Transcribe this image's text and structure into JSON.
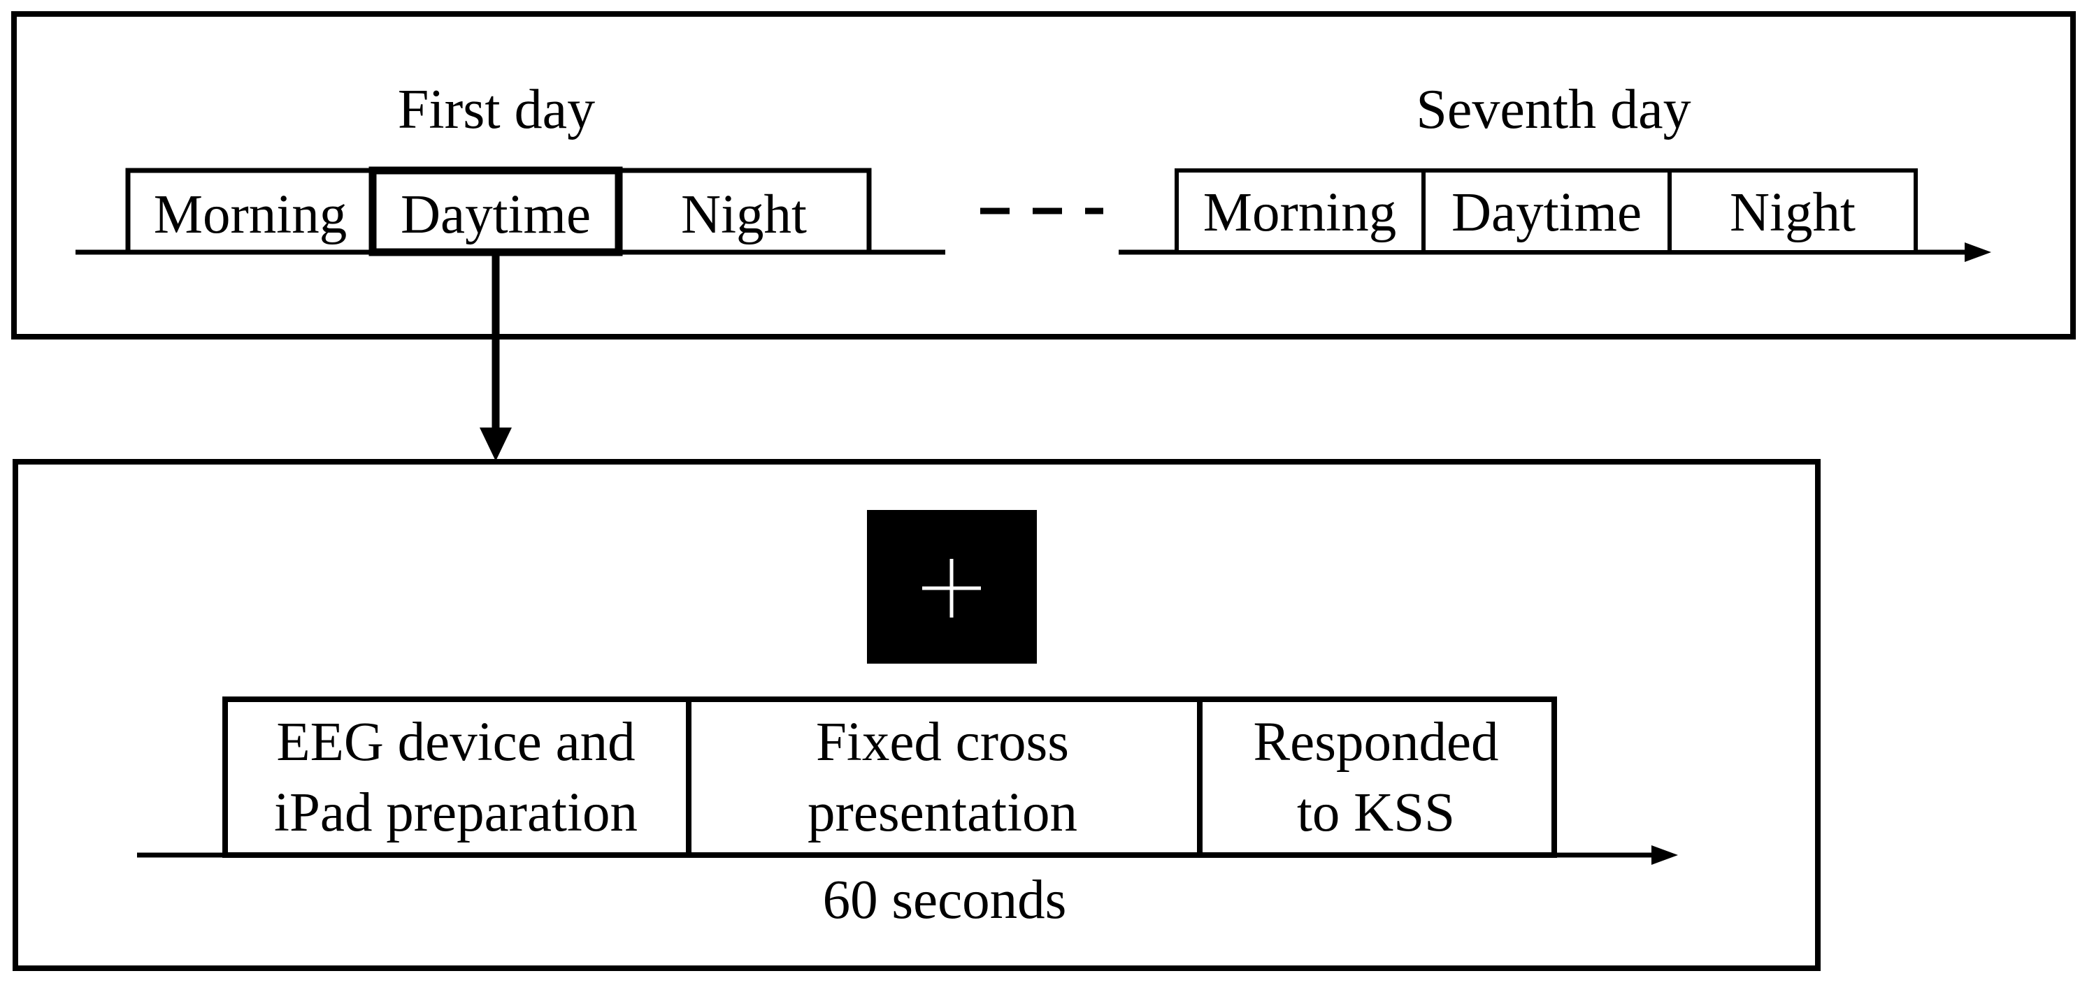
{
  "top_panel": {
    "first_day": {
      "title": "First day",
      "segments": [
        "Morning",
        "Daytime",
        "Night"
      ],
      "highlighted": "Daytime"
    },
    "separator": "---",
    "seventh_day": {
      "title": "Seventh day",
      "segments": [
        "Morning",
        "Daytime",
        "Night"
      ]
    }
  },
  "bottom_panel": {
    "stimulus_symbol": "+",
    "steps": [
      {
        "line1": "EEG device and",
        "line2": "iPad preparation"
      },
      {
        "line1": "Fixed cross",
        "line2": "presentation"
      },
      {
        "line1": "Responded",
        "line2": "to KSS"
      }
    ],
    "duration_label": "60 seconds"
  },
  "colors": {
    "stroke": "#000000",
    "background": "#ffffff",
    "stimulus_background": "#000000",
    "stimulus_cross": "#ffffff"
  }
}
